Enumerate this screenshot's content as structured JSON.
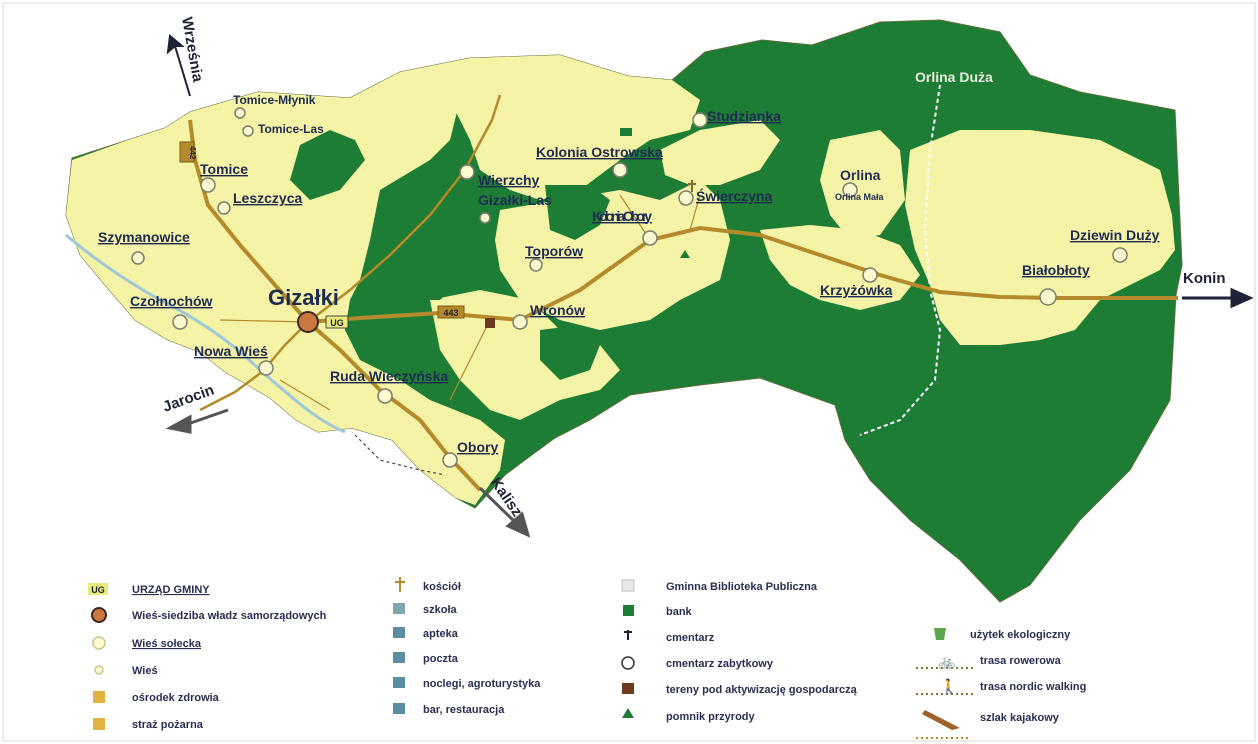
{
  "colors": {
    "forest": "#1e7d35",
    "field": "#f5f3a6",
    "road": "#b58a2a",
    "river": "#9fc9d6",
    "town_fill": "#c8783f",
    "label": "#1e2b52"
  },
  "directions": {
    "north": "Września",
    "east": "Konin",
    "southwest": "Jarocin",
    "south": "Kalisz"
  },
  "places": {
    "gizalki": "Gizałki",
    "tomice_mlynik": "Tomice-Młynik",
    "tomice_las": "Tomice-Las",
    "tomice": "Tomice",
    "leszczyca": "Leszczyca",
    "szymanowice": "Szymanowice",
    "czolnochow": "Czołnochów",
    "nowa_wies": "Nowa Wieś",
    "ruda_wieczynska": "Ruda Wieczyńska",
    "obory": "Obory",
    "wronow": "Wronów",
    "toporow": "Toporów",
    "wierzchy": "Wierzchy",
    "gizalki_las": "Gizałki-Las",
    "kolonia_ostrowska": "Kolonia Ostrowska",
    "studzianka": "Studzianka",
    "swierczyna": "Świerczyna",
    "kolonia_obory": "Kolonia Obory",
    "orlina_duza": "Orlina Duża",
    "orlina": "Orlina",
    "orlina_mala": "Orlina Mała",
    "krzyzowka": "Krzyżówka",
    "bialobloty": "Białobłoty",
    "dziewin_duzy": "Dziewin Duży"
  },
  "road_numbers": [
    "442",
    "443"
  ],
  "ug_badge": "UG",
  "legend": {
    "col1": [
      {
        "icon": "ug-badge-icon",
        "label": "URZĄD GMINY"
      },
      {
        "icon": "seat-circle-icon",
        "label": "Wieś-siedziba władz samorządowych"
      },
      {
        "icon": "village-circle-icon",
        "label": "Wieś sołecka"
      },
      {
        "icon": "small-circle-icon",
        "label": "Wieś"
      },
      {
        "icon": "health-centre-icon",
        "label": "ośrodek zdrowia"
      },
      {
        "icon": "fire-station-icon",
        "label": "straż pożarna"
      }
    ],
    "col2": [
      {
        "icon": "church-icon",
        "label": "kościół"
      },
      {
        "icon": "school-icon",
        "label": "szkoła"
      },
      {
        "icon": "pharmacy-icon",
        "label": "apteka"
      },
      {
        "icon": "post-office-icon",
        "label": "poczta"
      },
      {
        "icon": "lodging-icon",
        "label": "noclegi, agroturystyka"
      },
      {
        "icon": "restaurant-icon",
        "label": "bar, restauracja"
      }
    ],
    "col3": [
      {
        "icon": "library-icon",
        "label": "Gminna Biblioteka Publiczna"
      },
      {
        "icon": "bank-icon",
        "label": "bank"
      },
      {
        "icon": "cemetery-icon",
        "label": "cmentarz"
      },
      {
        "icon": "historic-cemetery-icon",
        "label": "cmentarz zabytkowy"
      },
      {
        "icon": "industry-icon",
        "label": "tereny pod aktywizację gospodarczą"
      },
      {
        "icon": "nature-monument-icon",
        "label": "pomnik przyrody"
      }
    ],
    "col4": [
      {
        "icon": "eco-site-icon",
        "label": "użytek ekologiczny"
      },
      {
        "icon": "bike-route-icon",
        "label": "trasa rowerowa"
      },
      {
        "icon": "nordic-walking-icon",
        "label": "trasa nordic walking"
      },
      {
        "icon": "kayak-trail-icon",
        "label": "szlak kajakowy"
      }
    ]
  }
}
